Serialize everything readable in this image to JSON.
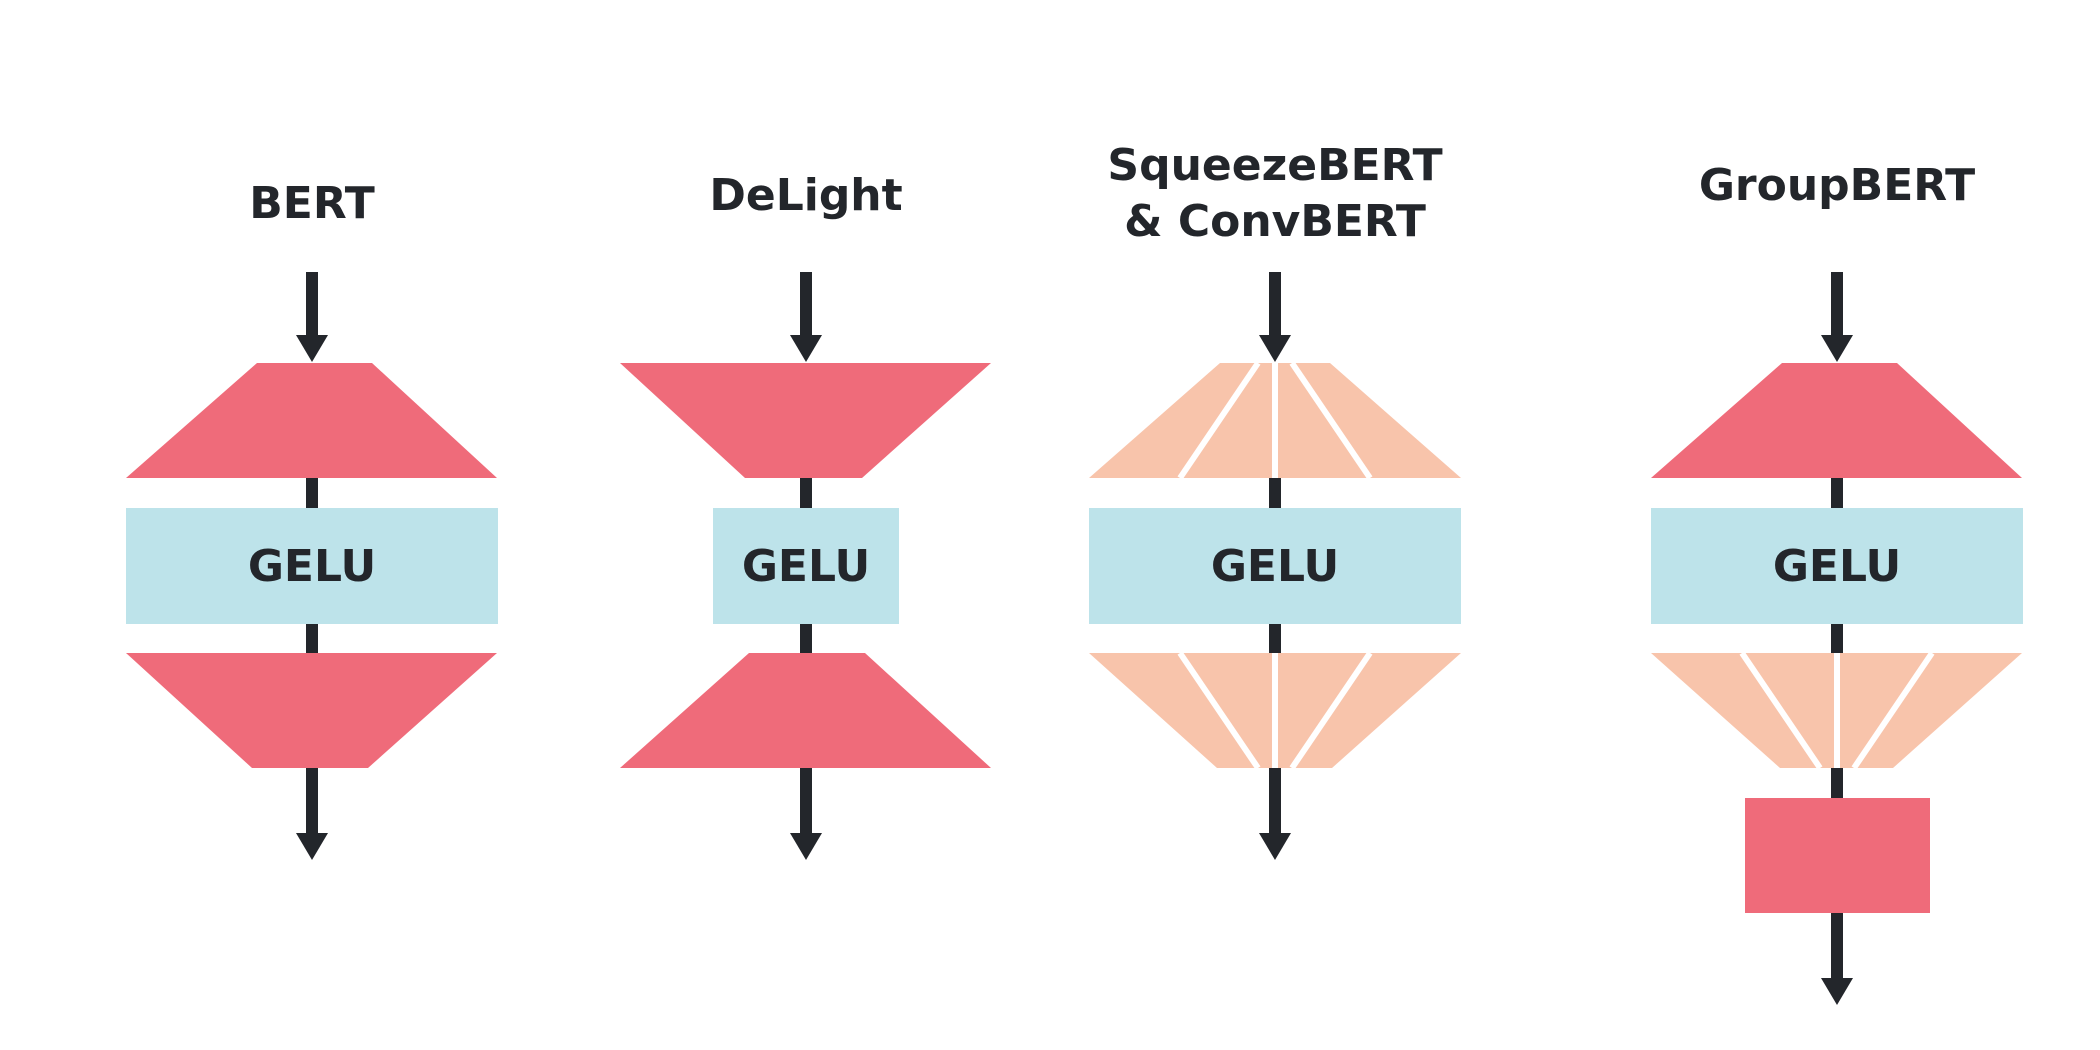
{
  "colors": {
    "dense": "#ef6b7a",
    "grouped": "#f8c4ab",
    "gelu_box": "#bde3ea",
    "arrow": "#23262b",
    "separator": "#ffffff",
    "text": "#23262b"
  },
  "columns": [
    {
      "title_lines": [
        "BERT"
      ],
      "top_layer": "dense-expanding",
      "bottom_layer": "dense-contracting",
      "activation": "GELU",
      "extra_dense": false
    },
    {
      "title_lines": [
        "DeLight"
      ],
      "top_layer": "dense-contracting",
      "bottom_layer": "dense-expanding",
      "activation": "GELU",
      "extra_dense": false
    },
    {
      "title_lines": [
        "SqueezeBERT",
        "& ConvBERT"
      ],
      "top_layer": "grouped-expanding",
      "bottom_layer": "grouped-contracting",
      "activation": "GELU",
      "extra_dense": false
    },
    {
      "title_lines": [
        "GroupBERT"
      ],
      "top_layer": "dense-expanding",
      "bottom_layer": "grouped-contracting",
      "activation": "GELU",
      "extra_dense": true
    }
  ]
}
